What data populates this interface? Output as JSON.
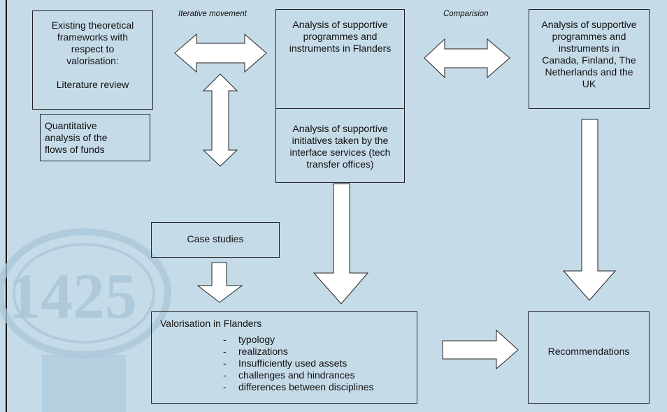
{
  "annotations": {
    "iterative": "Iterative movement",
    "comparison": "Comparision"
  },
  "boxes": {
    "frameworks": {
      "lines": [
        "Existing theoretical",
        "frameworks with",
        "respect to",
        "valorisation:"
      ],
      "line_after_gap": "Literature review"
    },
    "quantitative": {
      "lines": [
        "Quantitative",
        "analysis of the",
        "flows of funds"
      ]
    },
    "flanders_programmes": {
      "lines": [
        "Analysis of supportive",
        "programmes and",
        "instruments in Flanders"
      ]
    },
    "interface_services": {
      "lines": [
        "Analysis of supportive",
        "initiatives taken by the",
        "interface services (tech",
        "transfer offices)"
      ]
    },
    "international": {
      "lines": [
        "Analysis of supportive",
        "programmes and",
        "instruments in",
        "Canada, Finland, The",
        "Netherlands and the",
        "UK"
      ]
    },
    "case_studies": {
      "label": "Case studies"
    },
    "valorisation": {
      "title": "Valorisation in Flanders",
      "items": [
        "typology",
        "realizations",
        "Insufficiently used assets",
        "challenges and hindrances",
        "differences between disciplines"
      ]
    },
    "recommendations": {
      "label": "Recommendations"
    }
  },
  "watermark": {
    "glyphs": "1425"
  },
  "colors": {
    "background": "#c6dbe8",
    "arrow_fill": "#ffffff",
    "border": "#222222",
    "watermark": "#9fbfd3"
  }
}
